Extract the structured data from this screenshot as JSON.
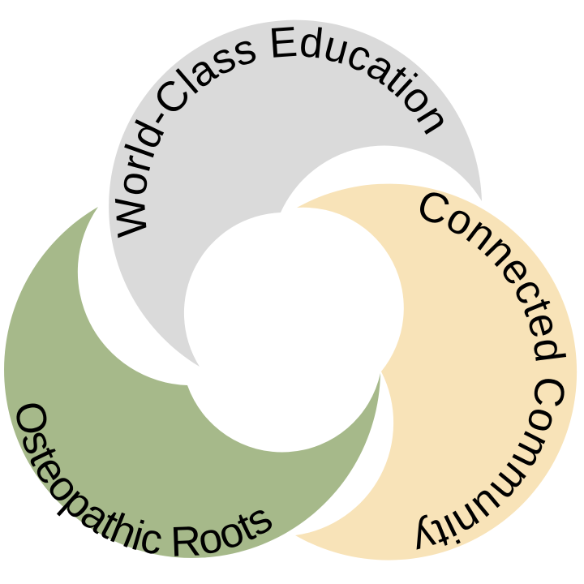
{
  "segments": [
    {
      "id": "world-class-education",
      "label": "World-Class Education",
      "color": "#dadada"
    },
    {
      "id": "connected-community",
      "label": "Connected Community",
      "color": "#f8e3b8"
    },
    {
      "id": "osteopathic-roots",
      "label": "Osteopathic Roots",
      "color": "#a6b98a"
    }
  ]
}
